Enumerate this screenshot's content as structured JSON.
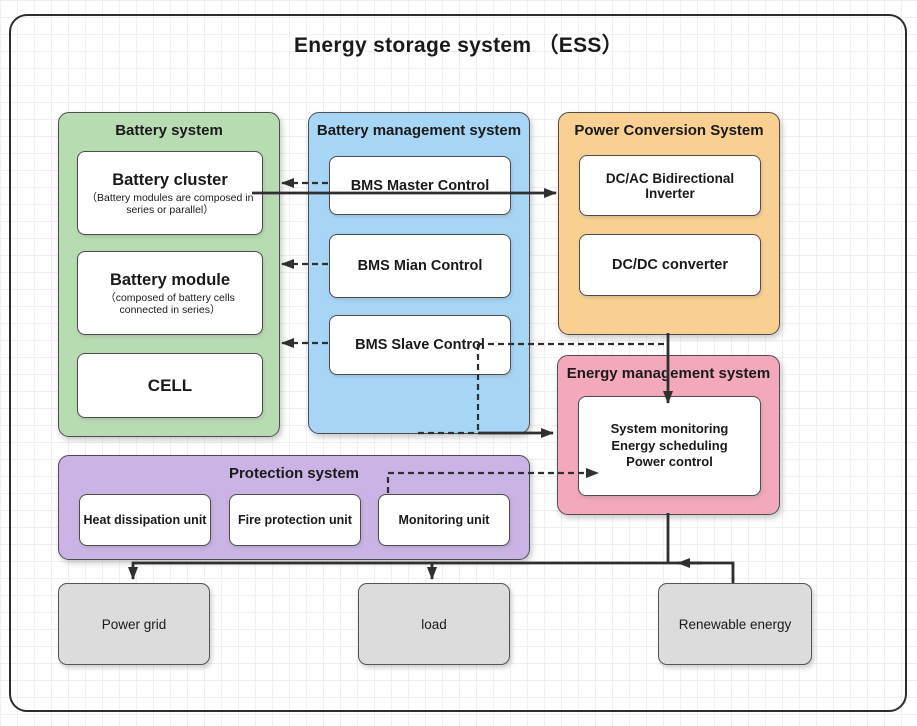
{
  "title": "Energy storage system （ESS）",
  "battery": {
    "title": "Battery system",
    "cluster": {
      "title": "Battery cluster",
      "subtitle": "（Battery modules are composed in series or parallel）"
    },
    "module": {
      "title": "Battery module",
      "subtitle": "（composed of battery cells connected in series）"
    },
    "cell": {
      "title": "CELL"
    }
  },
  "bms": {
    "title": "Battery management system",
    "master": "BMS Master Control",
    "mian": "BMS Mian Control",
    "slave": "BMS Slave Control"
  },
  "pcs": {
    "title": "Power Conversion System",
    "inverter": "DC/AC Bidirectional Inverter",
    "converter": "DC/DC converter"
  },
  "ems": {
    "title": "Energy management system",
    "lines": [
      "System monitoring",
      "Energy scheduling",
      "Power control"
    ]
  },
  "protection": {
    "title": "Protection system",
    "heat": "Heat dissipation unit",
    "fire": "Fire protection unit",
    "monitoring": "Monitoring unit"
  },
  "sinks": {
    "grid": "Power grid",
    "load": "load",
    "renewable": "Renewable energy"
  },
  "colors": {
    "battery_fill": "#b8dcb2",
    "bms_fill": "#a6d5f6",
    "pcs_fill": "#f9d092",
    "ems_fill": "#f3a8bc",
    "protection_fill": "#c9b4e5",
    "sink_fill": "#dcdcdc",
    "line": "#2f2f2f"
  }
}
